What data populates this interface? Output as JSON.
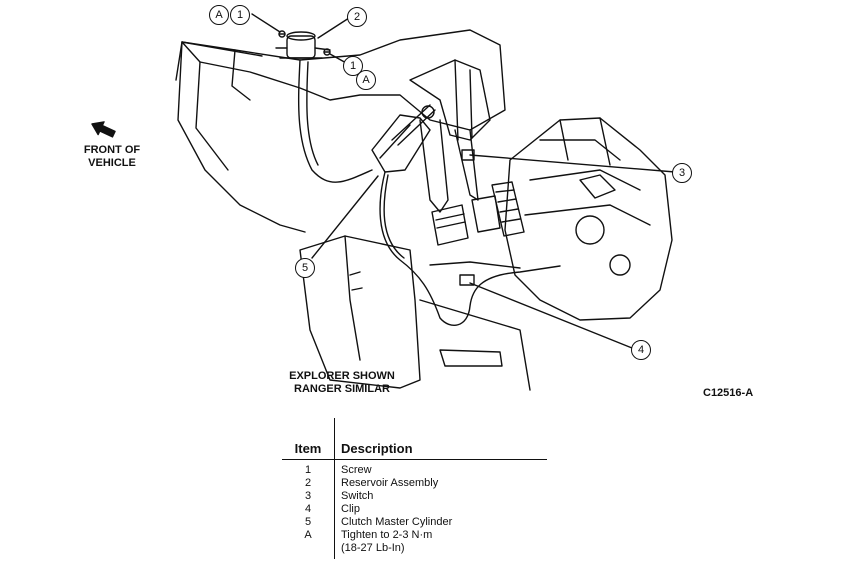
{
  "illustration": {
    "direction_label": [
      "FRONT OF",
      "VEHICLE"
    ],
    "caption": [
      "EXPLORER SHOWN",
      "RANGER SIMILAR"
    ],
    "figure_code": "C12516-A",
    "callouts": [
      "A",
      "1",
      "2",
      "1",
      "A",
      "3",
      "5",
      "4"
    ],
    "icons": [
      "front-direction-arrow-icon"
    ]
  },
  "legend": {
    "headers": {
      "item": "Item",
      "description": "Description"
    },
    "rows": [
      {
        "item": "1",
        "description": [
          "Screw"
        ]
      },
      {
        "item": "2",
        "description": [
          "Reservoir Assembly"
        ]
      },
      {
        "item": "3",
        "description": [
          "Switch"
        ]
      },
      {
        "item": "4",
        "description": [
          "Clip"
        ]
      },
      {
        "item": "5",
        "description": [
          "Clutch Master Cylinder"
        ]
      },
      {
        "item": "A",
        "description": [
          "Tighten to 2-3 N·m",
          "(18-27 Lb-In)"
        ]
      }
    ]
  }
}
